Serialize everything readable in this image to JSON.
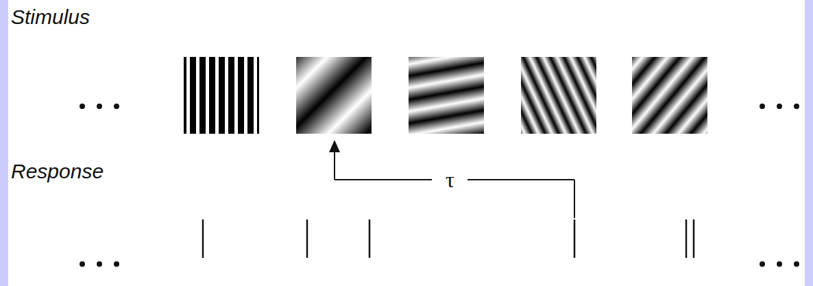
{
  "diagram": {
    "labels": [
      "Stimulus",
      "Response",
      "τ"
    ]
  }
}
